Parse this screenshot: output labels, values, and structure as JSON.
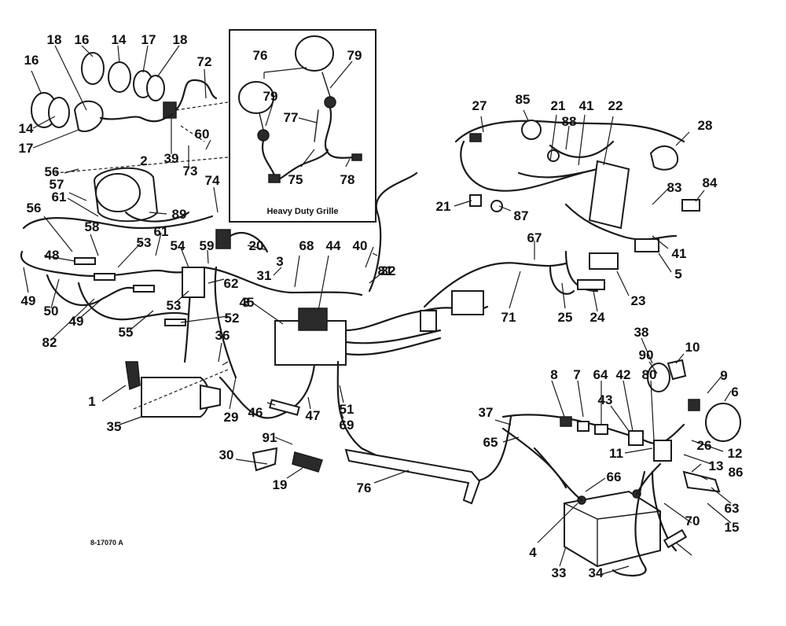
{
  "inset": {
    "caption": "Heavy Duty Grille"
  },
  "figure_ref": "8-17070 A",
  "callouts": [
    "16",
    "18",
    "16",
    "14",
    "17",
    "18",
    "72",
    "14",
    "17",
    "39",
    "73",
    "60",
    "2",
    "56",
    "57",
    "61",
    "89",
    "74",
    "20",
    "56",
    "58",
    "61",
    "53",
    "54",
    "59",
    "62",
    "68",
    "44",
    "40",
    "48",
    "49",
    "50",
    "49",
    "82",
    "55",
    "53",
    "52",
    "31",
    "3",
    "45",
    "36",
    "1",
    "35",
    "29",
    "46",
    "47",
    "51",
    "69",
    "91",
    "30",
    "19",
    "76",
    "79",
    "79",
    "77",
    "75",
    "78",
    "27",
    "85",
    "21",
    "88",
    "41",
    "22",
    "28",
    "21",
    "87",
    "84",
    "83",
    "41",
    "67",
    "81",
    "32",
    "71",
    "25",
    "24",
    "23",
    "5",
    "38",
    "90",
    "10",
    "9",
    "6",
    "8",
    "7",
    "64",
    "42",
    "80",
    "43",
    "37",
    "65",
    "11",
    "12",
    "13",
    "86",
    "26",
    "63",
    "15",
    "70",
    "66",
    "4",
    "33",
    "34"
  ]
}
